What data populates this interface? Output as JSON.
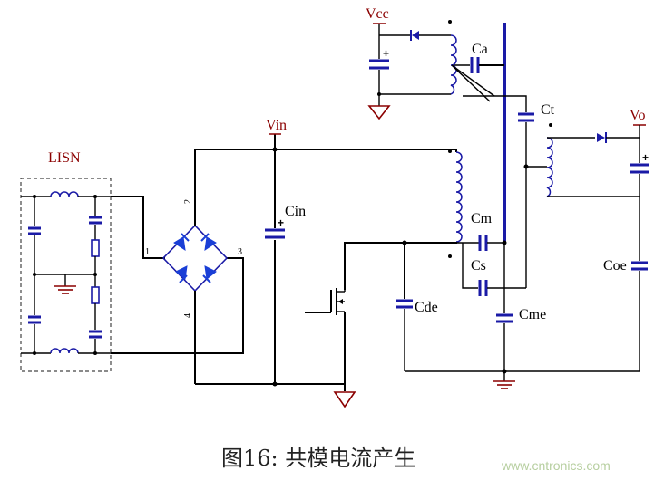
{
  "labels": {
    "lisn": "LISN",
    "vcc": "Vcc",
    "vin": "Vin",
    "vo": "Vo",
    "ca": "Ca",
    "ct": "Ct",
    "cin": "Cin",
    "cm": "Cm",
    "cs": "Cs",
    "cme": "Cme",
    "cde": "Cde",
    "coe": "Coe"
  },
  "bridge_pins": {
    "p1": "1",
    "p2": "2",
    "p3": "3",
    "p4": "4"
  },
  "polarity_mark": "+",
  "caption": "图16: 共模电流产生",
  "watermark": "www.cntronics.com",
  "colors": {
    "wire": "#000000",
    "component": "#1a1aa6",
    "diode": "#1a3fd6",
    "label_accent": "#8b0000",
    "watermark": "#b7cfa0"
  }
}
